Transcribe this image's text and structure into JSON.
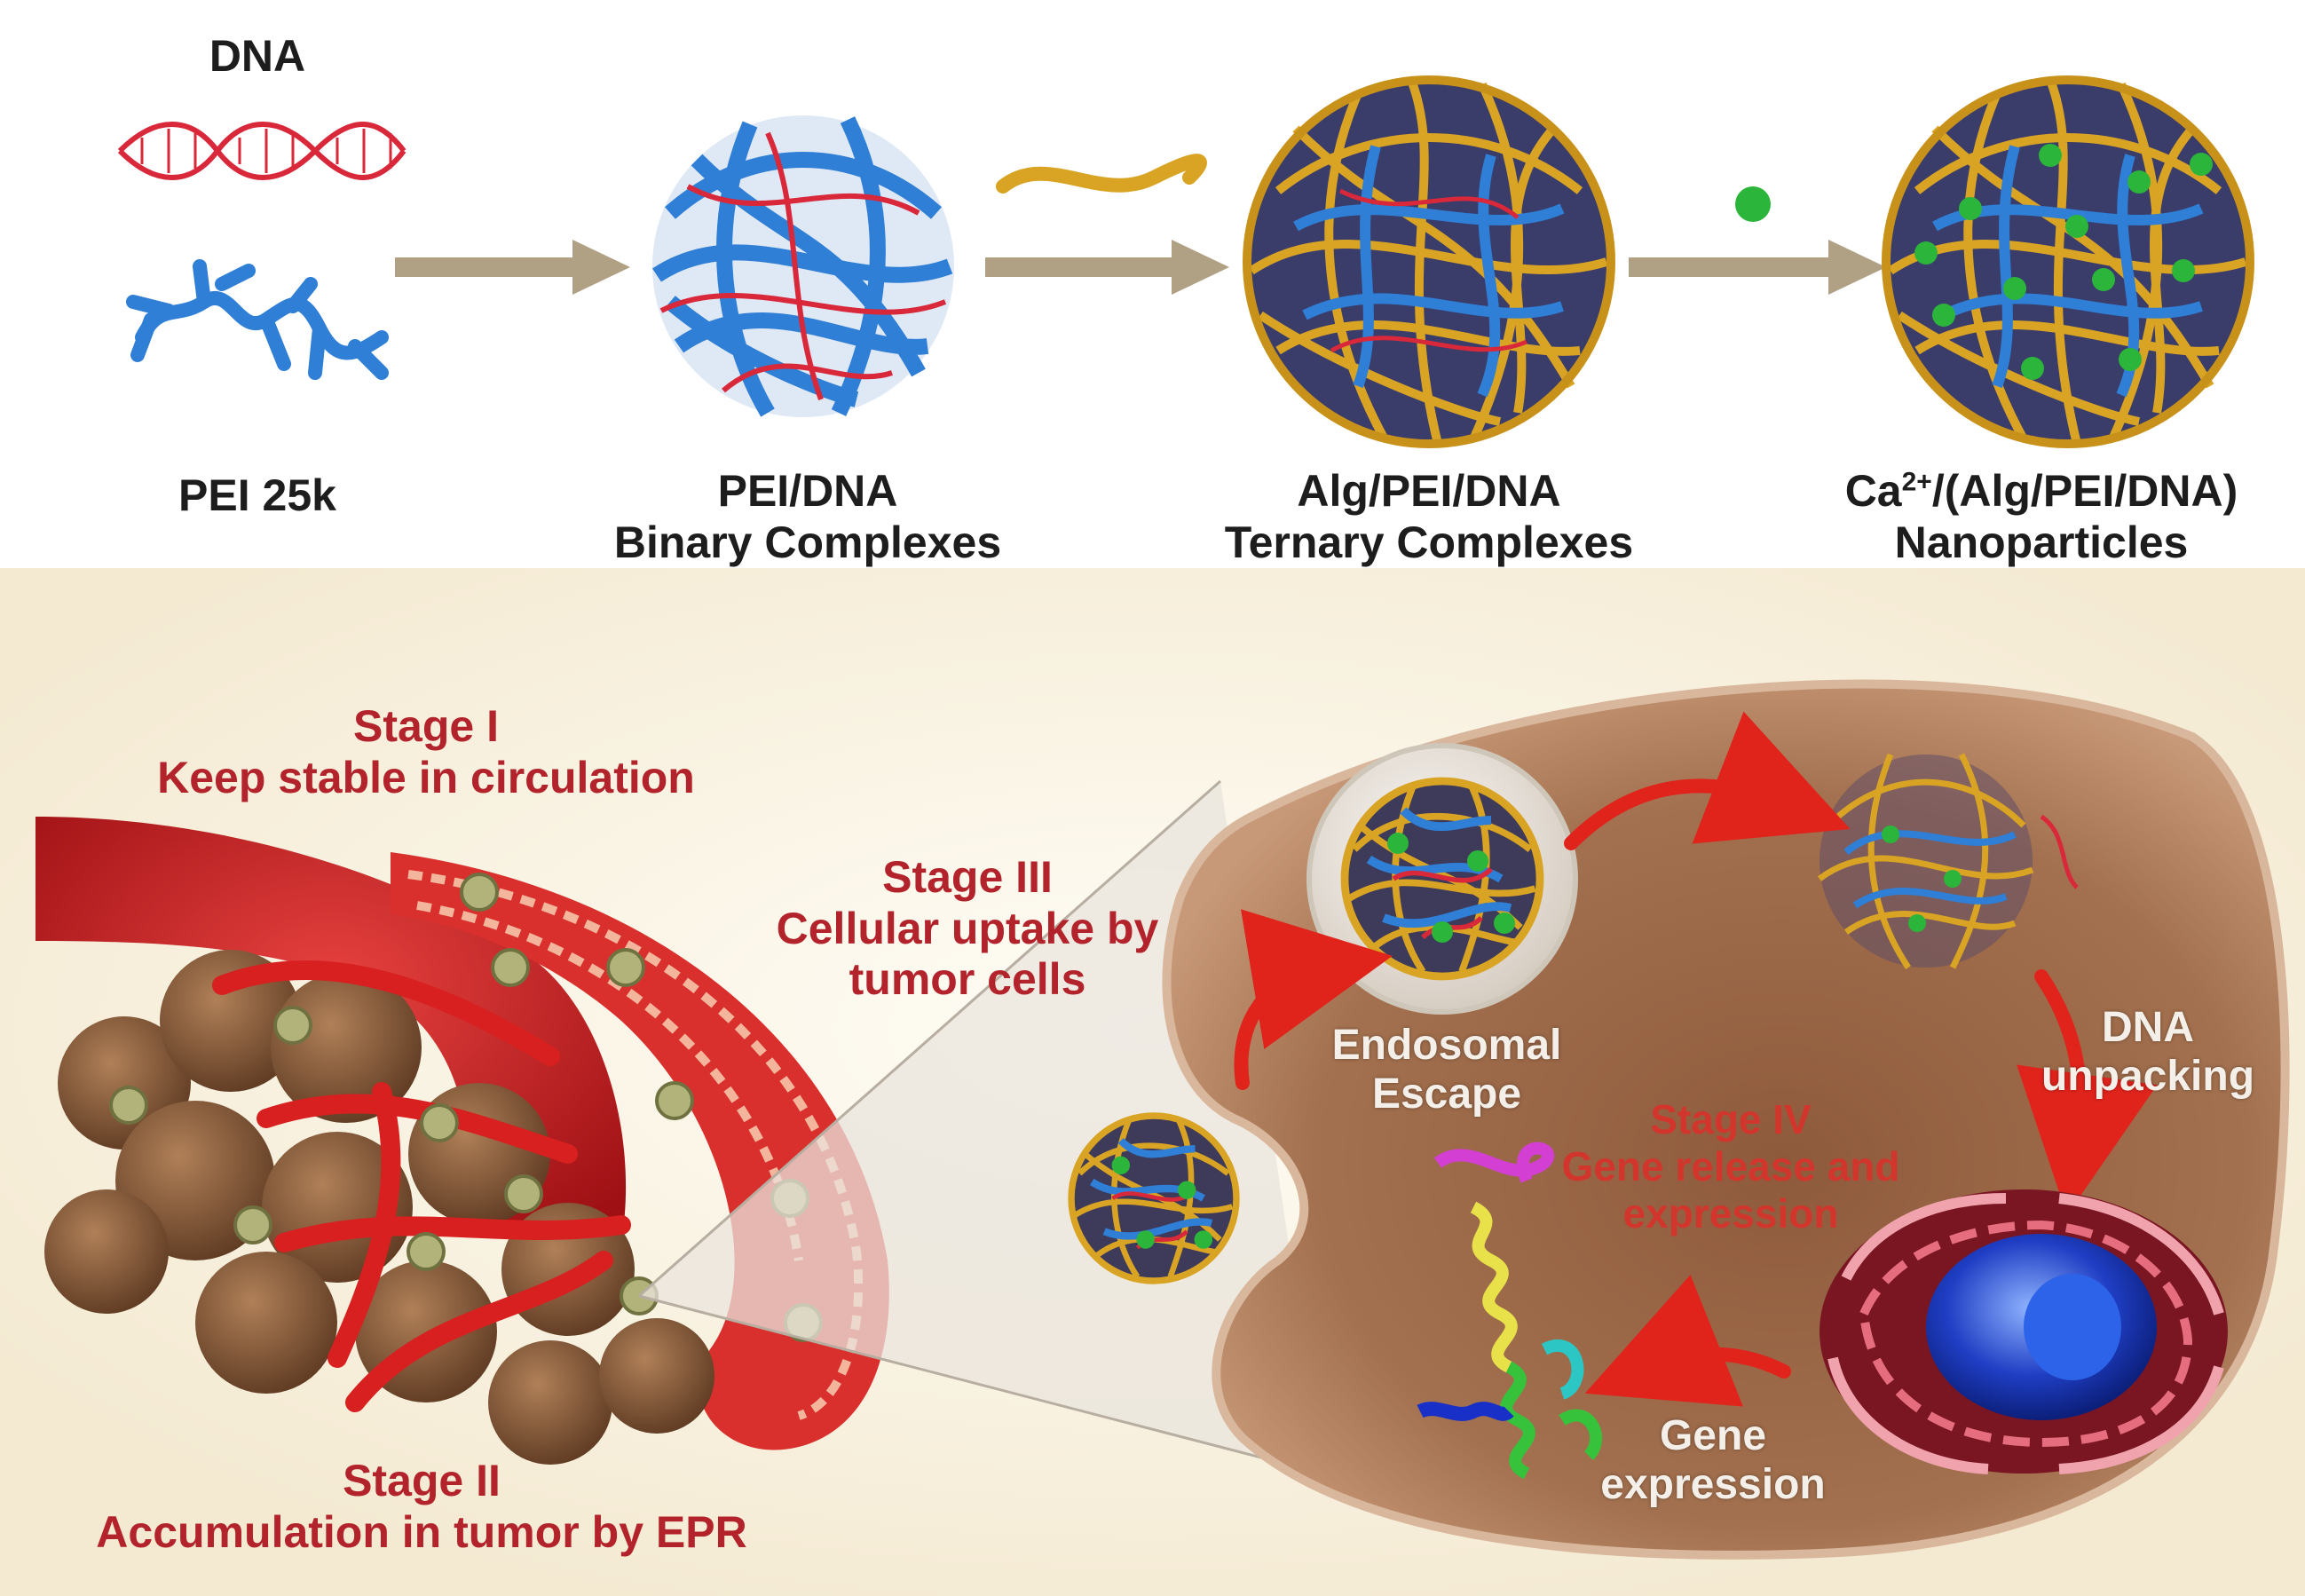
{
  "top_row": {
    "dna_label": "DNA",
    "pei_label": "PEI 25k",
    "binary": {
      "line1": "PEI/DNA",
      "line2": "Binary Complexes"
    },
    "ternary": {
      "line1": "Alg/PEI/DNA",
      "line2": "Ternary Complexes"
    },
    "nano": {
      "ca_prefix": "Ca",
      "ca_sup": "2+",
      "ca_suffix": "/(Alg/PEI/DNA)",
      "line2": "Nanoparticles"
    }
  },
  "stages": {
    "stage1": {
      "title": "Stage I",
      "text": "Keep stable in circulation"
    },
    "stage2": {
      "title": "Stage II",
      "text": "Accumulation in tumor by EPR"
    },
    "stage3": {
      "title": "Stage III",
      "line1": "Cellular uptake by",
      "line2": "tumor cells"
    },
    "stage4": {
      "title": "Stage IV",
      "line1": "Gene release and",
      "line2": "expression"
    }
  },
  "cell": {
    "endosomal": {
      "line1": "Endosomal",
      "line2": "Escape"
    },
    "unpacking": {
      "line1": "DNA",
      "line2": "unpacking"
    },
    "expression": {
      "line1": "Gene",
      "line2": "expression"
    }
  },
  "colors": {
    "label_red": "#b3232b",
    "dna_red": "#d8283a",
    "pei_blue": "#2f7fd6",
    "alginate_gold": "#d9a424",
    "calcium_green": "#2bb53a",
    "vessel_red": "#c81e22",
    "cell_brown": "#a86f4c",
    "arrow_tan": "#b1a184"
  },
  "icons": [
    "dna-helix-icon",
    "pei-polymer-icon",
    "alginate-strand-icon",
    "calcium-ion-icon",
    "protein-icon",
    "nucleus-icon"
  ]
}
